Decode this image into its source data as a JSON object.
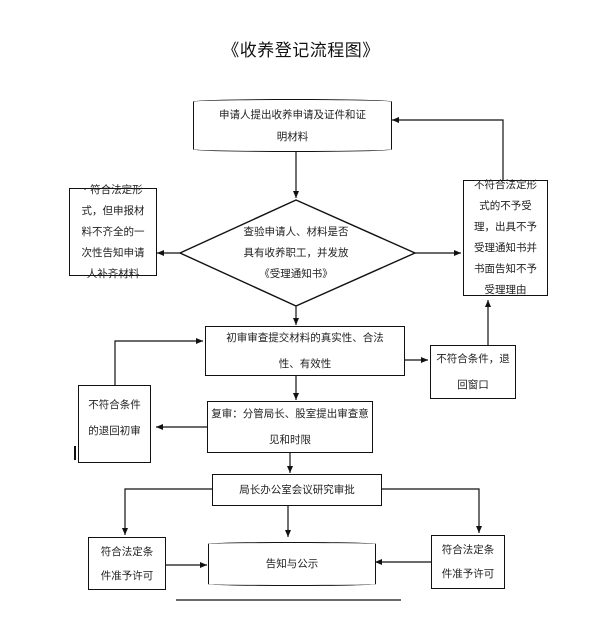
{
  "title": "《收养登记流程图》",
  "colors": {
    "line": "#111111",
    "text": "#222222",
    "background": "#ffffff"
  },
  "nodes": {
    "start": {
      "shape": "terminal",
      "text": "申请人提出收养申请及证件和证明材料"
    },
    "incomplete_notice": {
      "shape": "process",
      "text": "· 符合法定形式，但申报材料不齐全的一次性告知申请人补齐材料"
    },
    "check": {
      "shape": "decision",
      "text": "查验申请人、材料是否具有收养职工，并发放《受理通知书》"
    },
    "reject_form": {
      "shape": "process",
      "text": "不符合法定形式的不予受理，出具不予受理通知书并书面告知不予受理理由"
    },
    "initial_review": {
      "shape": "process",
      "text": "初审审查提交材料的真实性、合法性、有效性"
    },
    "return_window": {
      "shape": "process",
      "text": "不符合条件，退回窗口"
    },
    "return_initial": {
      "shape": "process",
      "text": "不符合条件的退回初审"
    },
    "second_review": {
      "shape": "process",
      "text": "复审：分管局长、股室提出审查意见和时限"
    },
    "director_meeting": {
      "shape": "process",
      "text": "局长办公室会议研究审批"
    },
    "approve_left": {
      "shape": "process",
      "text": "符合法定条件准予许可"
    },
    "approve_right": {
      "shape": "process",
      "text": "符合法定条件准予许可"
    },
    "notify": {
      "shape": "terminal",
      "text": "告知与公示"
    }
  },
  "edges": [
    {
      "from": "start",
      "to": "check"
    },
    {
      "from": "check",
      "to": "incomplete_notice"
    },
    {
      "from": "check",
      "to": "reject_form"
    },
    {
      "from": "reject_form",
      "to": "start"
    },
    {
      "from": "check",
      "to": "initial_review"
    },
    {
      "from": "initial_review",
      "to": "return_window"
    },
    {
      "from": "return_window",
      "to": "reject_form"
    },
    {
      "from": "initial_review",
      "to": "second_review"
    },
    {
      "from": "second_review",
      "to": "return_initial"
    },
    {
      "from": "return_initial",
      "to": "initial_review"
    },
    {
      "from": "second_review",
      "to": "director_meeting"
    },
    {
      "from": "director_meeting",
      "to": "approve_left"
    },
    {
      "from": "director_meeting",
      "to": "notify"
    },
    {
      "from": "director_meeting",
      "to": "approve_right"
    },
    {
      "from": "approve_left",
      "to": "notify"
    },
    {
      "from": "approve_right",
      "to": "notify"
    }
  ],
  "labels": {
    "start_l1": "申请人提出收养申请及证件和证",
    "start_l2": "明材料",
    "incomplete_l1": "· 符合法定形",
    "incomplete_l2": "式，但申报材",
    "incomplete_l3": "料不齐全的一",
    "incomplete_l4": "次性告知申请",
    "incomplete_l5": "人补齐材料",
    "check_l1": "查验申请人、材料是否",
    "check_l2": "具有收养职工，并发放",
    "check_l3": "《受理通知书》",
    "reject_l1": "不符合法定形",
    "reject_l2": "式的不予受",
    "reject_l3": "理，出具不予",
    "reject_l4": "受理通知书并",
    "reject_l5": "书面告知不予",
    "reject_l6": "受理理由",
    "initial_l1": "初审审查提交材料的真实性、合法",
    "initial_l2": "性、有效性",
    "window_l1": "不符合条件，退",
    "window_l2": "回窗口",
    "retinit_l1": "不符合条件",
    "retinit_l2": "的退回初审",
    "second_l1": "复审：分管局长、股室提出审查意",
    "second_l2": "见和时限",
    "meeting_l1": "局长办公室会议研究审批",
    "approve_l1": "符合法定条",
    "approve_l2": "件准予许可",
    "notify_l1": "告知与公示"
  }
}
